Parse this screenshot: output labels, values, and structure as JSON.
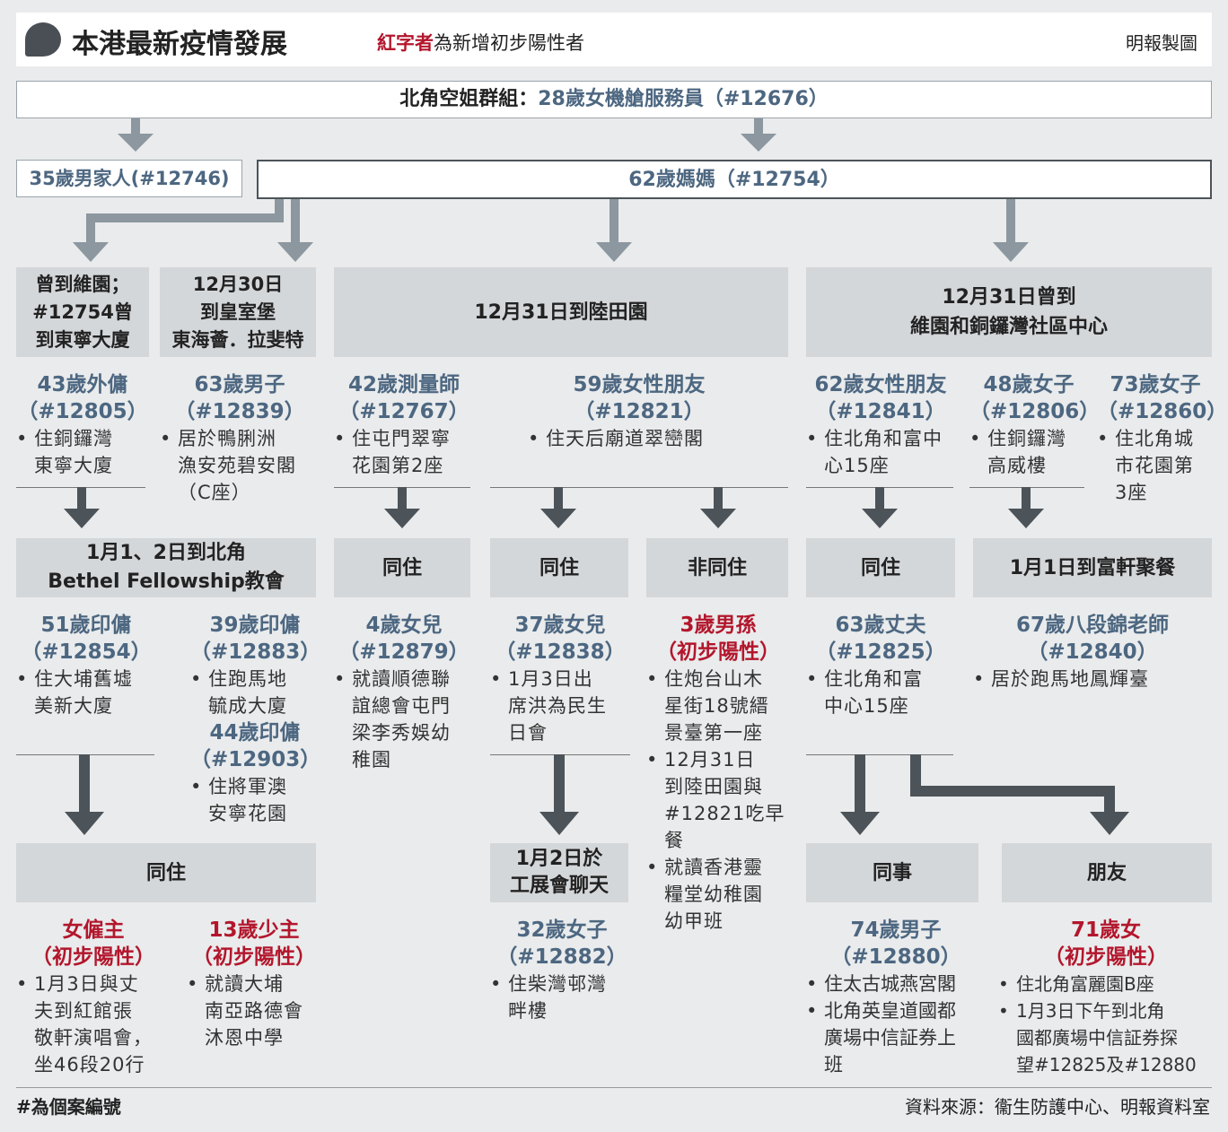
{
  "header": {
    "title": "本港最新疫情發展",
    "legend_red": "紅字者",
    "legend_rest": "為新增初步陽性者",
    "credit": "明報製圖"
  },
  "top": {
    "cluster_label": "北角空姐群組：",
    "cluster_case": "28歲女機艙服務員（#12676）"
  },
  "level2": {
    "left": "35歲男家人(#12746)",
    "right": "62歲媽媽（#12754）"
  },
  "groups": {
    "g1": "曾到維園；\n#12754曾\n到東寧大廈",
    "g2": "12月30日\n到皇室堡\n東海薈．拉斐特",
    "g3": "12月31日到陸田園",
    "g4": "12月31日曾到\n維園和銅鑼灣社區中心"
  },
  "row3": [
    {
      "name": "43歲外傭",
      "id": "（#12805）",
      "bullets": [
        "住銅鑼灣\n東寧大廈"
      ]
    },
    {
      "name": "63歲男子",
      "id": "（#12839）",
      "bullets": [
        "居於鴨脷洲\n漁安苑碧安閣\n（C座）"
      ]
    },
    {
      "name": "42歲測量師",
      "id": "（#12767）",
      "bullets": [
        "住屯門翠寧\n花園第2座"
      ]
    },
    {
      "name": "59歲女性朋友",
      "id": "（#12821）",
      "bullets": [
        "住天后廟道翠巒閣"
      ]
    },
    {
      "name": "62歲女性朋友",
      "id": "（#12841）",
      "bullets": [
        "住北角和富中\n心15座"
      ]
    },
    {
      "name": "48歲女子",
      "id": "（#12806）",
      "bullets": [
        "住銅鑼灣\n高威樓"
      ]
    },
    {
      "name": "73歲女子",
      "id": "（#12860）",
      "bullets": [
        "住北角城\n市花園第\n3座"
      ]
    }
  ],
  "row4": {
    "church": "1月1、2日到北角\nBethel Fellowship教會",
    "live1": "同住",
    "live2": "同住",
    "notlive": "非同住",
    "live3": "同住",
    "dinner": "1月1日到富軒聚餐"
  },
  "row5": [
    {
      "name": "51歲印傭",
      "id": "（#12854）",
      "bullets": [
        "住大埔舊墟\n美新大廈"
      ]
    },
    {
      "name": "39歲印傭",
      "id": "（#12883）",
      "bullets": [
        "住跑馬地\n毓成大廈"
      ]
    },
    {
      "name": "44歲印傭",
      "id": "（#12903）",
      "bullets": [
        "住將軍澳\n安寧花園"
      ]
    },
    {
      "name": "4歲女兒",
      "id": "（#12879）",
      "bullets": [
        "就讀順德聯\n誼總會屯門\n梁李秀娛幼\n稚園"
      ]
    },
    {
      "name": "37歲女兒",
      "id": "（#12838）",
      "bullets": [
        "1月3日出\n席洪為民生\n日會"
      ]
    },
    {
      "name": "3歲男孫",
      "id": "（初步陽性）",
      "bullets": [
        "住炮台山木\n星街18號縉\n景臺第一座",
        "12月31日\n到陸田園與\n#12821吃早\n餐",
        "就讀香港靈\n糧堂幼稚園\n幼甲班"
      ]
    },
    {
      "name": "63歲丈夫",
      "id": "（#12825）",
      "bullets": [
        "住北角和富\n中心15座"
      ]
    },
    {
      "name": "67歲八段錦老師",
      "id": "（#12840）",
      "bullets": [
        "居於跑馬地鳳輝臺"
      ]
    }
  ],
  "row6": {
    "live": "同住",
    "chat": "1月2日於\n工展會聊天",
    "colleague": "同事",
    "friend": "朋友"
  },
  "row7": [
    {
      "name": "女僱主",
      "id": "（初步陽性）",
      "bullets": [
        "1月3日與丈\n夫到紅館張\n敬軒演唱會，\n坐46段20行"
      ]
    },
    {
      "name": "13歲少主",
      "id": "（初步陽性）",
      "bullets": [
        "就讀大埔\n南亞路德會\n沐恩中學"
      ]
    },
    {
      "name": "32歲女子",
      "id": "（#12882）",
      "bullets": [
        "住柴灣邨灣\n畔樓"
      ]
    },
    {
      "name": "74歲男子",
      "id": "（#12880）",
      "bullets": [
        "住太古城燕宮閣",
        "北角英皇道國都\n廣場中信証券上\n班"
      ]
    },
    {
      "name": "71歲女",
      "id": "（初步陽性）",
      "bullets": [
        "住北角富麗園B座",
        "1月3日下午到北角\n國都廣場中信証券探\n望#12825及#12880"
      ]
    }
  ],
  "footer": {
    "note": "#為個案編號",
    "source": "資料來源：衞生防護中心、明報資料室"
  },
  "colors": {
    "red": "#b3162c",
    "blue": "#4d6781",
    "gray_box": "#d4d7da",
    "arrow_light": "#8c979f",
    "arrow_dark": "#4c5359"
  }
}
